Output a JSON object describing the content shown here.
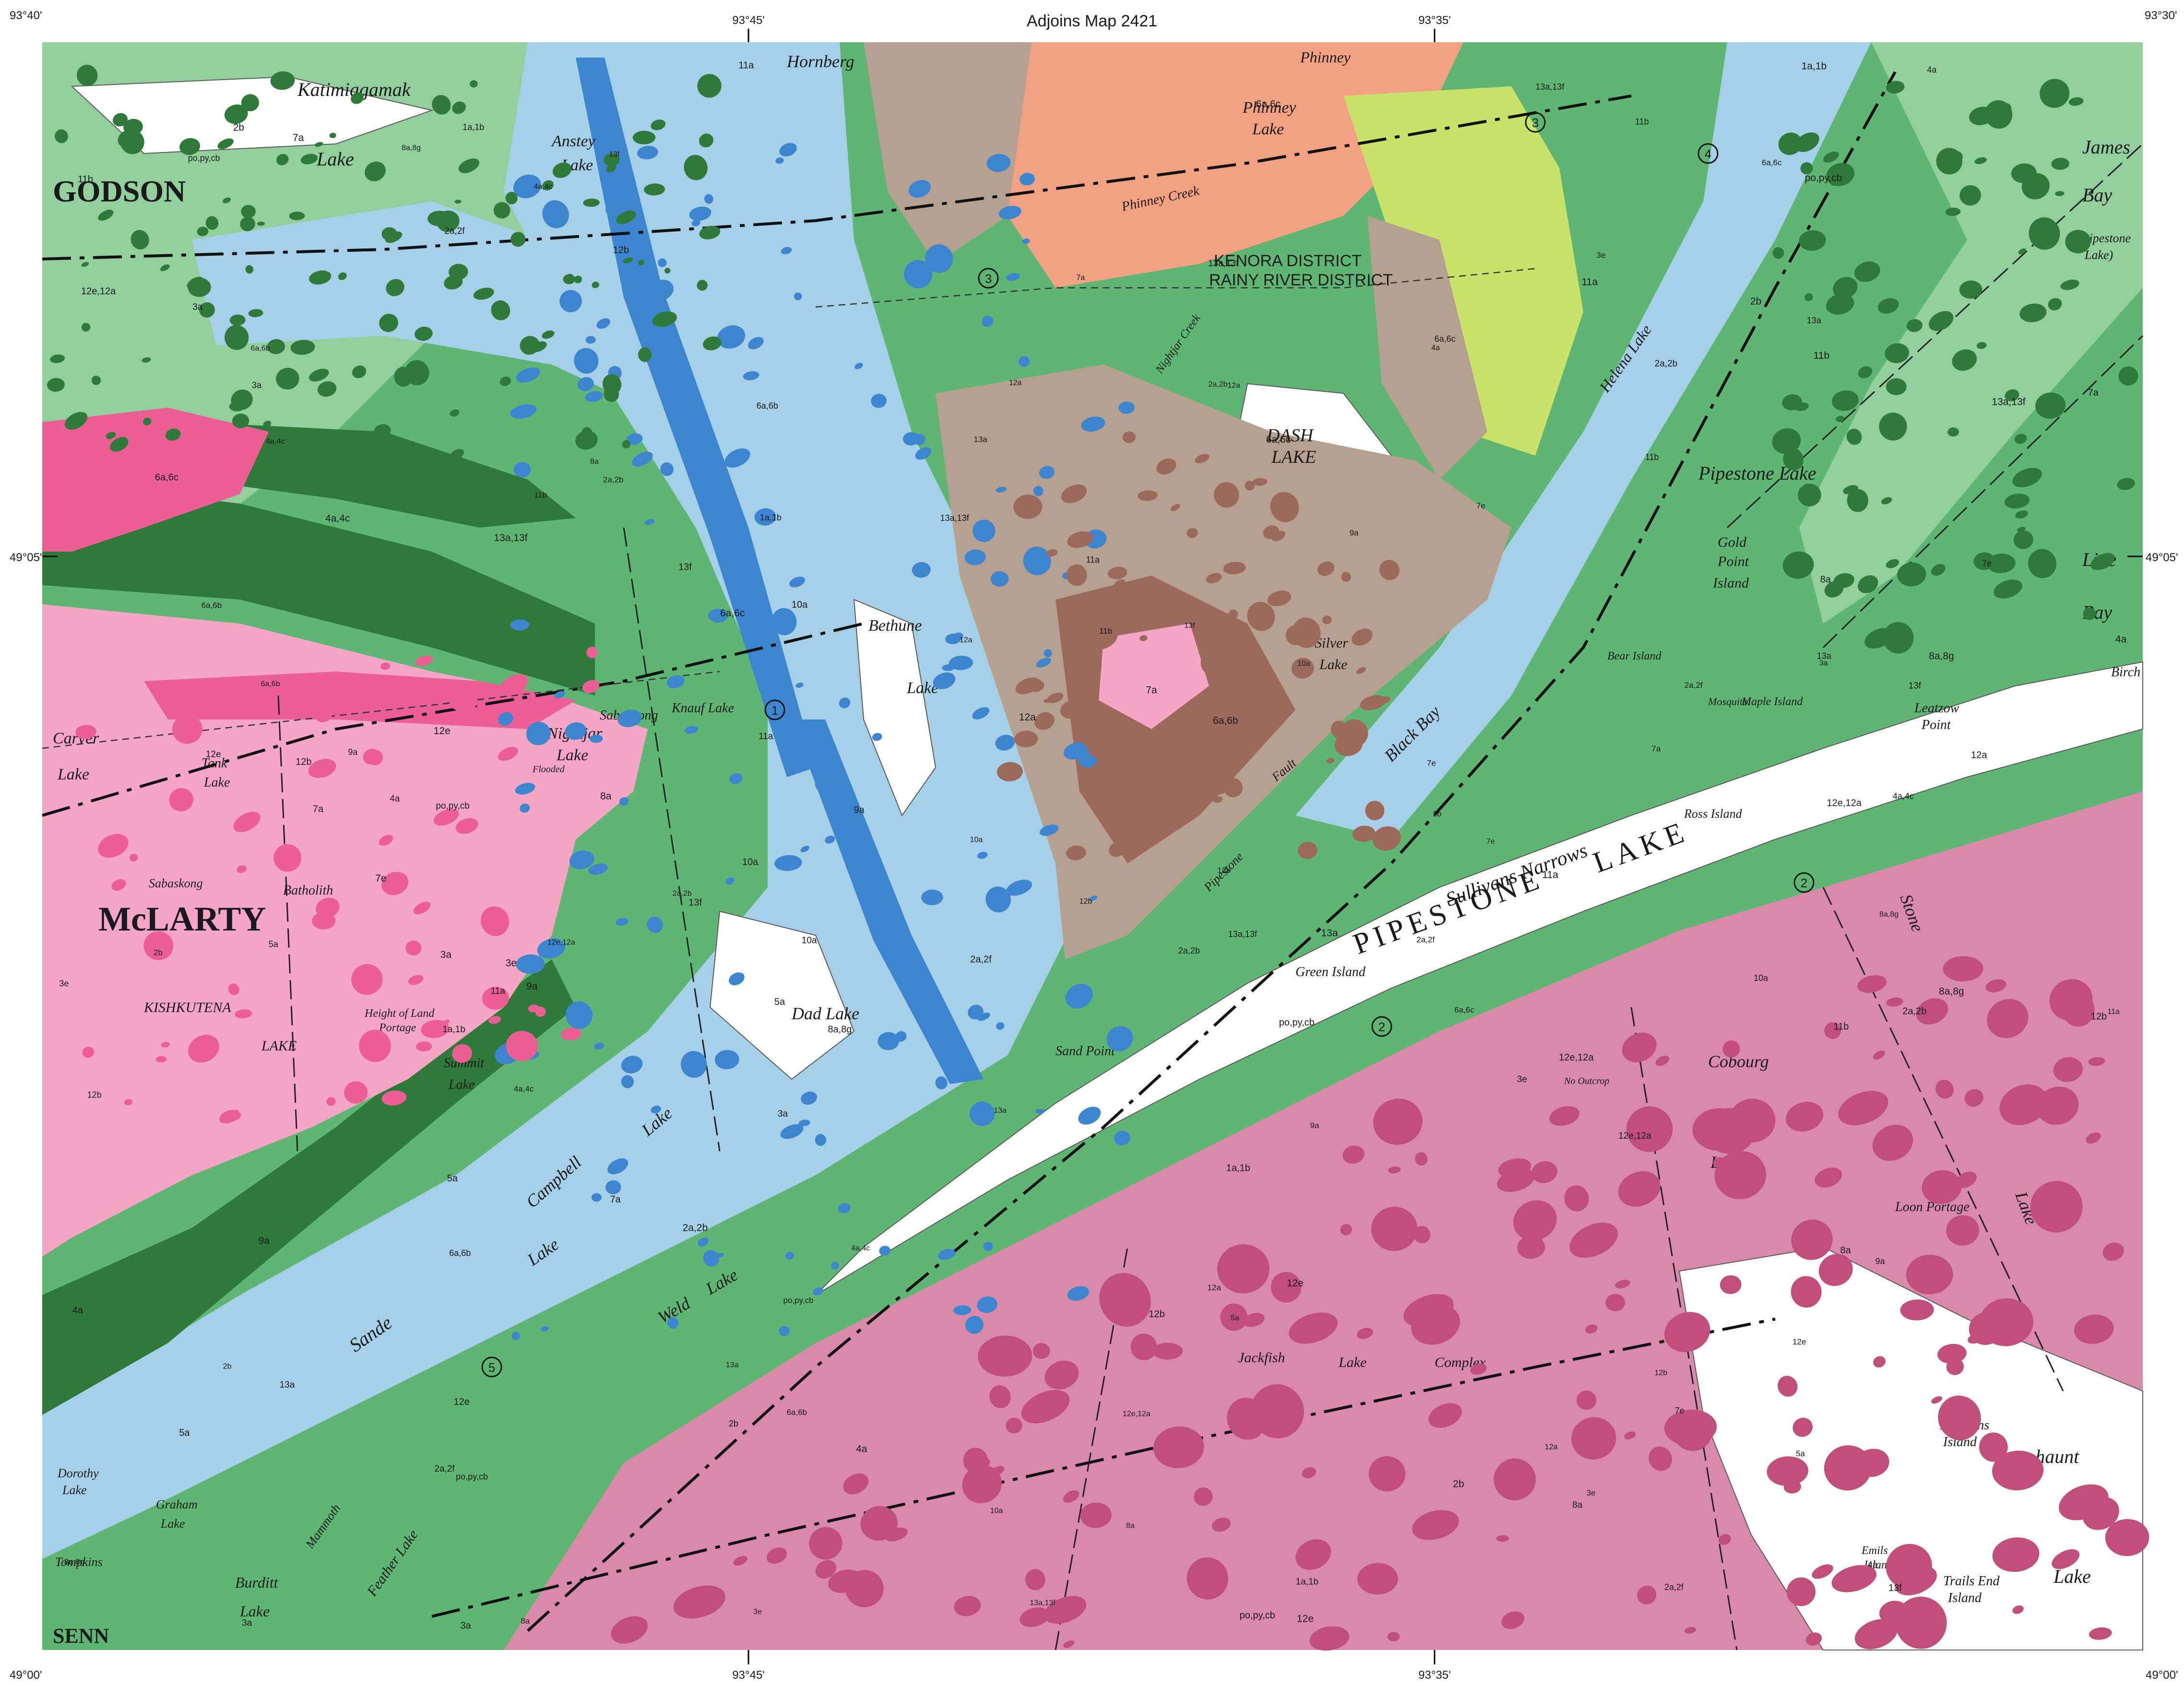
{
  "header": {
    "adjoins": "Adjoins Map 2421"
  },
  "colors": {
    "green_volcanic": "#5fb574",
    "dark_green": "#2f7a3a",
    "light_green": "#93cf9d",
    "blue_sediment": "#a6cfe8",
    "dark_blue": "#3d86cf",
    "pink_batholith": "#f4a6c4",
    "rose_complex": "#d98aa8",
    "dark_rose": "#c04f7a",
    "hot_pink": "#ec5f95",
    "salmon": "#f2a183",
    "tan": "#b6a090",
    "brown": "#9c6a5c",
    "yellow_green": "#c9e36a",
    "water": "#ffffff"
  },
  "labels": {
    "townships": {
      "godson": "GODSON",
      "mclarty": "McLARTY",
      "senn": "SENN"
    },
    "districts": {
      "kenora": "KENORA DISTRICT",
      "rainy_river": "RAINY RIVER DISTRICT"
    },
    "lakes": {
      "katimiagamak": "Katimiagamak",
      "lake_word": "Lake",
      "hornberg": "Hornberg",
      "anstey": "Anstey",
      "phinney": "Phinney",
      "phinney_lake": "Phinney",
      "dash": "DASH",
      "dash_lake": "LAKE",
      "pipestone_lake": "Pipestone Lake",
      "pipestone_big": "PIPESTONE",
      "pipestone_big_lake": "LAKE",
      "james": "James",
      "bay": "Bay",
      "pipestone_paren": "(Pipestone",
      "pipestone_paren2": "Lake)",
      "line": "Line",
      "line_bay": "Bay",
      "carver": "Carver",
      "tank": "Tank",
      "nightjar": "Nightjar",
      "sabaskong": "Sabaskong",
      "knauf": "Knauf Lake",
      "bethune": "Bethune",
      "silver": "Silver",
      "dad": "Dad Lake",
      "summit": "Summit",
      "campbell": "Campbell",
      "sande": "Sande",
      "weld": "Weld",
      "cobourg": "Cobourg",
      "stone": "Stone",
      "jackfish": "Jackfish",
      "complex": "Complex",
      "loonhaunt": "Loonhaunt",
      "dorothy": "Dorothy",
      "graham": "Graham",
      "tompkins_lake": "Tompkins",
      "burditt": "Burditt",
      "feather": "Feather Lake",
      "kishkutena": "KISHKUTENA",
      "kish_lake": "LAKE",
      "batholith": "Batholith",
      "sabaskong_bath": "Sabaskong",
      "mosquito": "Mosquito"
    },
    "features": {
      "gold_point": "Gold",
      "gold_point2": "Point",
      "gold_island": "Island",
      "bear_island": "Bear Island",
      "black_bay": "Black Bay",
      "ross_island": "Ross Island",
      "leatzow": "Leatzow",
      "leatzow2": "Point",
      "birch": "Birch",
      "maple_island": "Maple Island",
      "sullivans_narrows": "Sullivans Narrows",
      "green_island": "Green Island",
      "sand_point": "Sand Point",
      "height_of_land": "Height of Land",
      "portage": "Portage",
      "loon_portage": "Loon Portage",
      "tompkins_island": "Tompkins",
      "tompkins_island2": "Island",
      "emils_island": "Emils",
      "emils_island2": "Island",
      "trails_end": "Trails End",
      "trails_end2": "Island",
      "phinney_creek": "Phinney Creek",
      "nightjar_creek": "Nightjar Creek",
      "helena_lake": "Helena Lake",
      "pipestone_bay": "Pipestone",
      "fault_word": "Fault",
      "mammoth": "Mammoth",
      "no_outcrop": "No Outcrop",
      "floodwd": "Flooded"
    },
    "circled_numbers": [
      "1",
      "2",
      "3",
      "4",
      "5"
    ]
  },
  "coordinates": {
    "top_left": "93°40'",
    "top_mid1": "93°45'",
    "top_mid2": "93°35'",
    "top_right": "93°30'",
    "left_mid": "49°05'",
    "right_mid": "49°05'",
    "bottom_left": "49°00'",
    "bottom_right": "49°00'",
    "bottom_l2": "93°45'",
    "bottom_mid": "93°35'"
  },
  "unit_labels": [
    "11a",
    "11b",
    "12a",
    "12b",
    "12e",
    "13a",
    "13a,13f",
    "6a,6b",
    "4a",
    "2b",
    "8a",
    "9a",
    "10a",
    "3a",
    "7a",
    "2a,2b",
    "po,py,cb",
    "6a,6c",
    "8a,8g",
    "12e,12a",
    "13f",
    "2a,2f",
    "5a",
    "7e",
    "4a,4c",
    "1a,1b",
    "3e"
  ]
}
